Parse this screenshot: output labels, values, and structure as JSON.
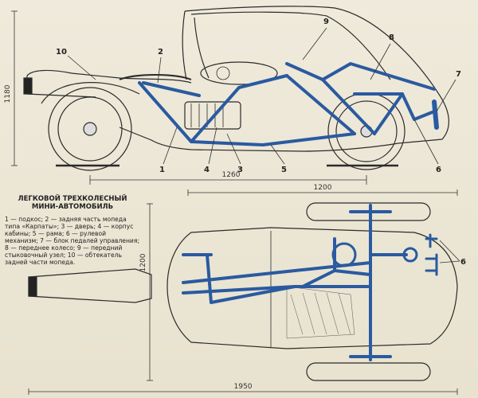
{
  "callouts": {
    "c1": "1",
    "c2": "2",
    "c3": "3",
    "c4": "4",
    "c5": "5",
    "c6": "6",
    "c7": "7",
    "c8": "8",
    "c9": "9",
    "c10": "10",
    "c6_plan": "6"
  },
  "dimensions": {
    "height_side": "1180",
    "length_side": "1260",
    "width_plan": "1200",
    "track_plan": "1200",
    "length_plan": "1950"
  },
  "legend": {
    "title_line1": "ЛЕГКОВОЙ ТРЕХКОЛЕСНЫЙ",
    "title_line2": "МИНИ-АВТОМОБИЛЬ",
    "body": "1 — подкос; 2 — задняя часть мопеда типа «Карпаты»; 3 — дверь; 4 — корпус кабины; 5 — рама; 6 — рулевой механизм; 7 — блок педалей управления; 8 — переднее колесо; 9 — передний стыковочный узел; 10 — обтекатель задней части мопеда."
  },
  "colors": {
    "frame_blue": "#2a5aa0",
    "line_ink": "#2b2b2b",
    "paper": "#ece7d6"
  }
}
